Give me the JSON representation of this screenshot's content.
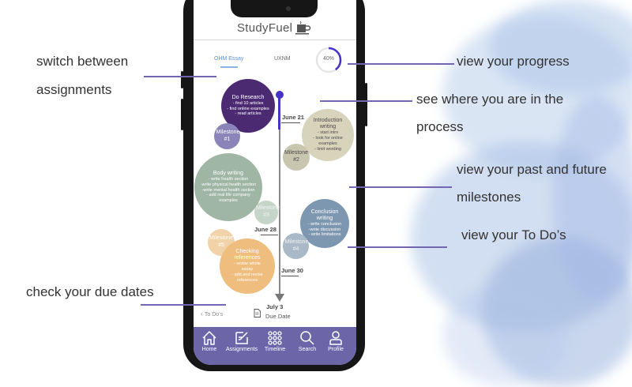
{
  "app": {
    "title": "StudyFuel"
  },
  "tabs": [
    {
      "label": "OHM Essay",
      "active": true
    },
    {
      "label": "UXNM",
      "active": false
    }
  ],
  "progress": {
    "label": "40%",
    "value": 0.4
  },
  "bubbles": {
    "research": {
      "title": "Do Research",
      "lines": [
        "- find 10 articles",
        "- find online examples",
        "- read articles"
      ]
    },
    "intro": {
      "title": "Introduction writing",
      "lines": [
        "- start intro",
        "- look for online examples",
        "- limit wording"
      ]
    },
    "body": {
      "title": "Body writing",
      "lines": [
        "- write health section",
        "-write physical health section",
        "-write mental health section",
        "- add real life company examples"
      ]
    },
    "conclusion": {
      "title": "Conclusion writing",
      "lines": [
        "- write conclusion",
        "-write discussion",
        "- write limitations"
      ]
    },
    "checking": {
      "title": "Checking references",
      "lines": [
        "- revise whole essay",
        "- add and revise references"
      ]
    },
    "ms1": "Milestone #1",
    "ms2": "Milestone #2",
    "ms3": "Milestone #3",
    "ms4": "Milestone #4",
    "ms5": "Milestone #5"
  },
  "dates": {
    "d1": "June 21",
    "d2": "June 28",
    "d3": "June 30",
    "due_date": "July 3",
    "due_label": "Due Date"
  },
  "back_link": "To Do's",
  "nav": [
    "Home",
    "Assignments",
    "Timeline",
    "Search",
    "Profile"
  ],
  "annotations": {
    "switch_line1": "switch between",
    "switch_line2": "assignments",
    "progress": "view your progress",
    "where_line1": "see where you are in the",
    "where_line2": "process",
    "milestones_line1": "view your past and future",
    "milestones_line2": "milestones",
    "todos": "view  your To Do’s",
    "due": "check your due dates"
  },
  "colors": {
    "accent": "#4733c6",
    "navbar": "#6c66a8",
    "annotation_line": "#7366b0"
  }
}
